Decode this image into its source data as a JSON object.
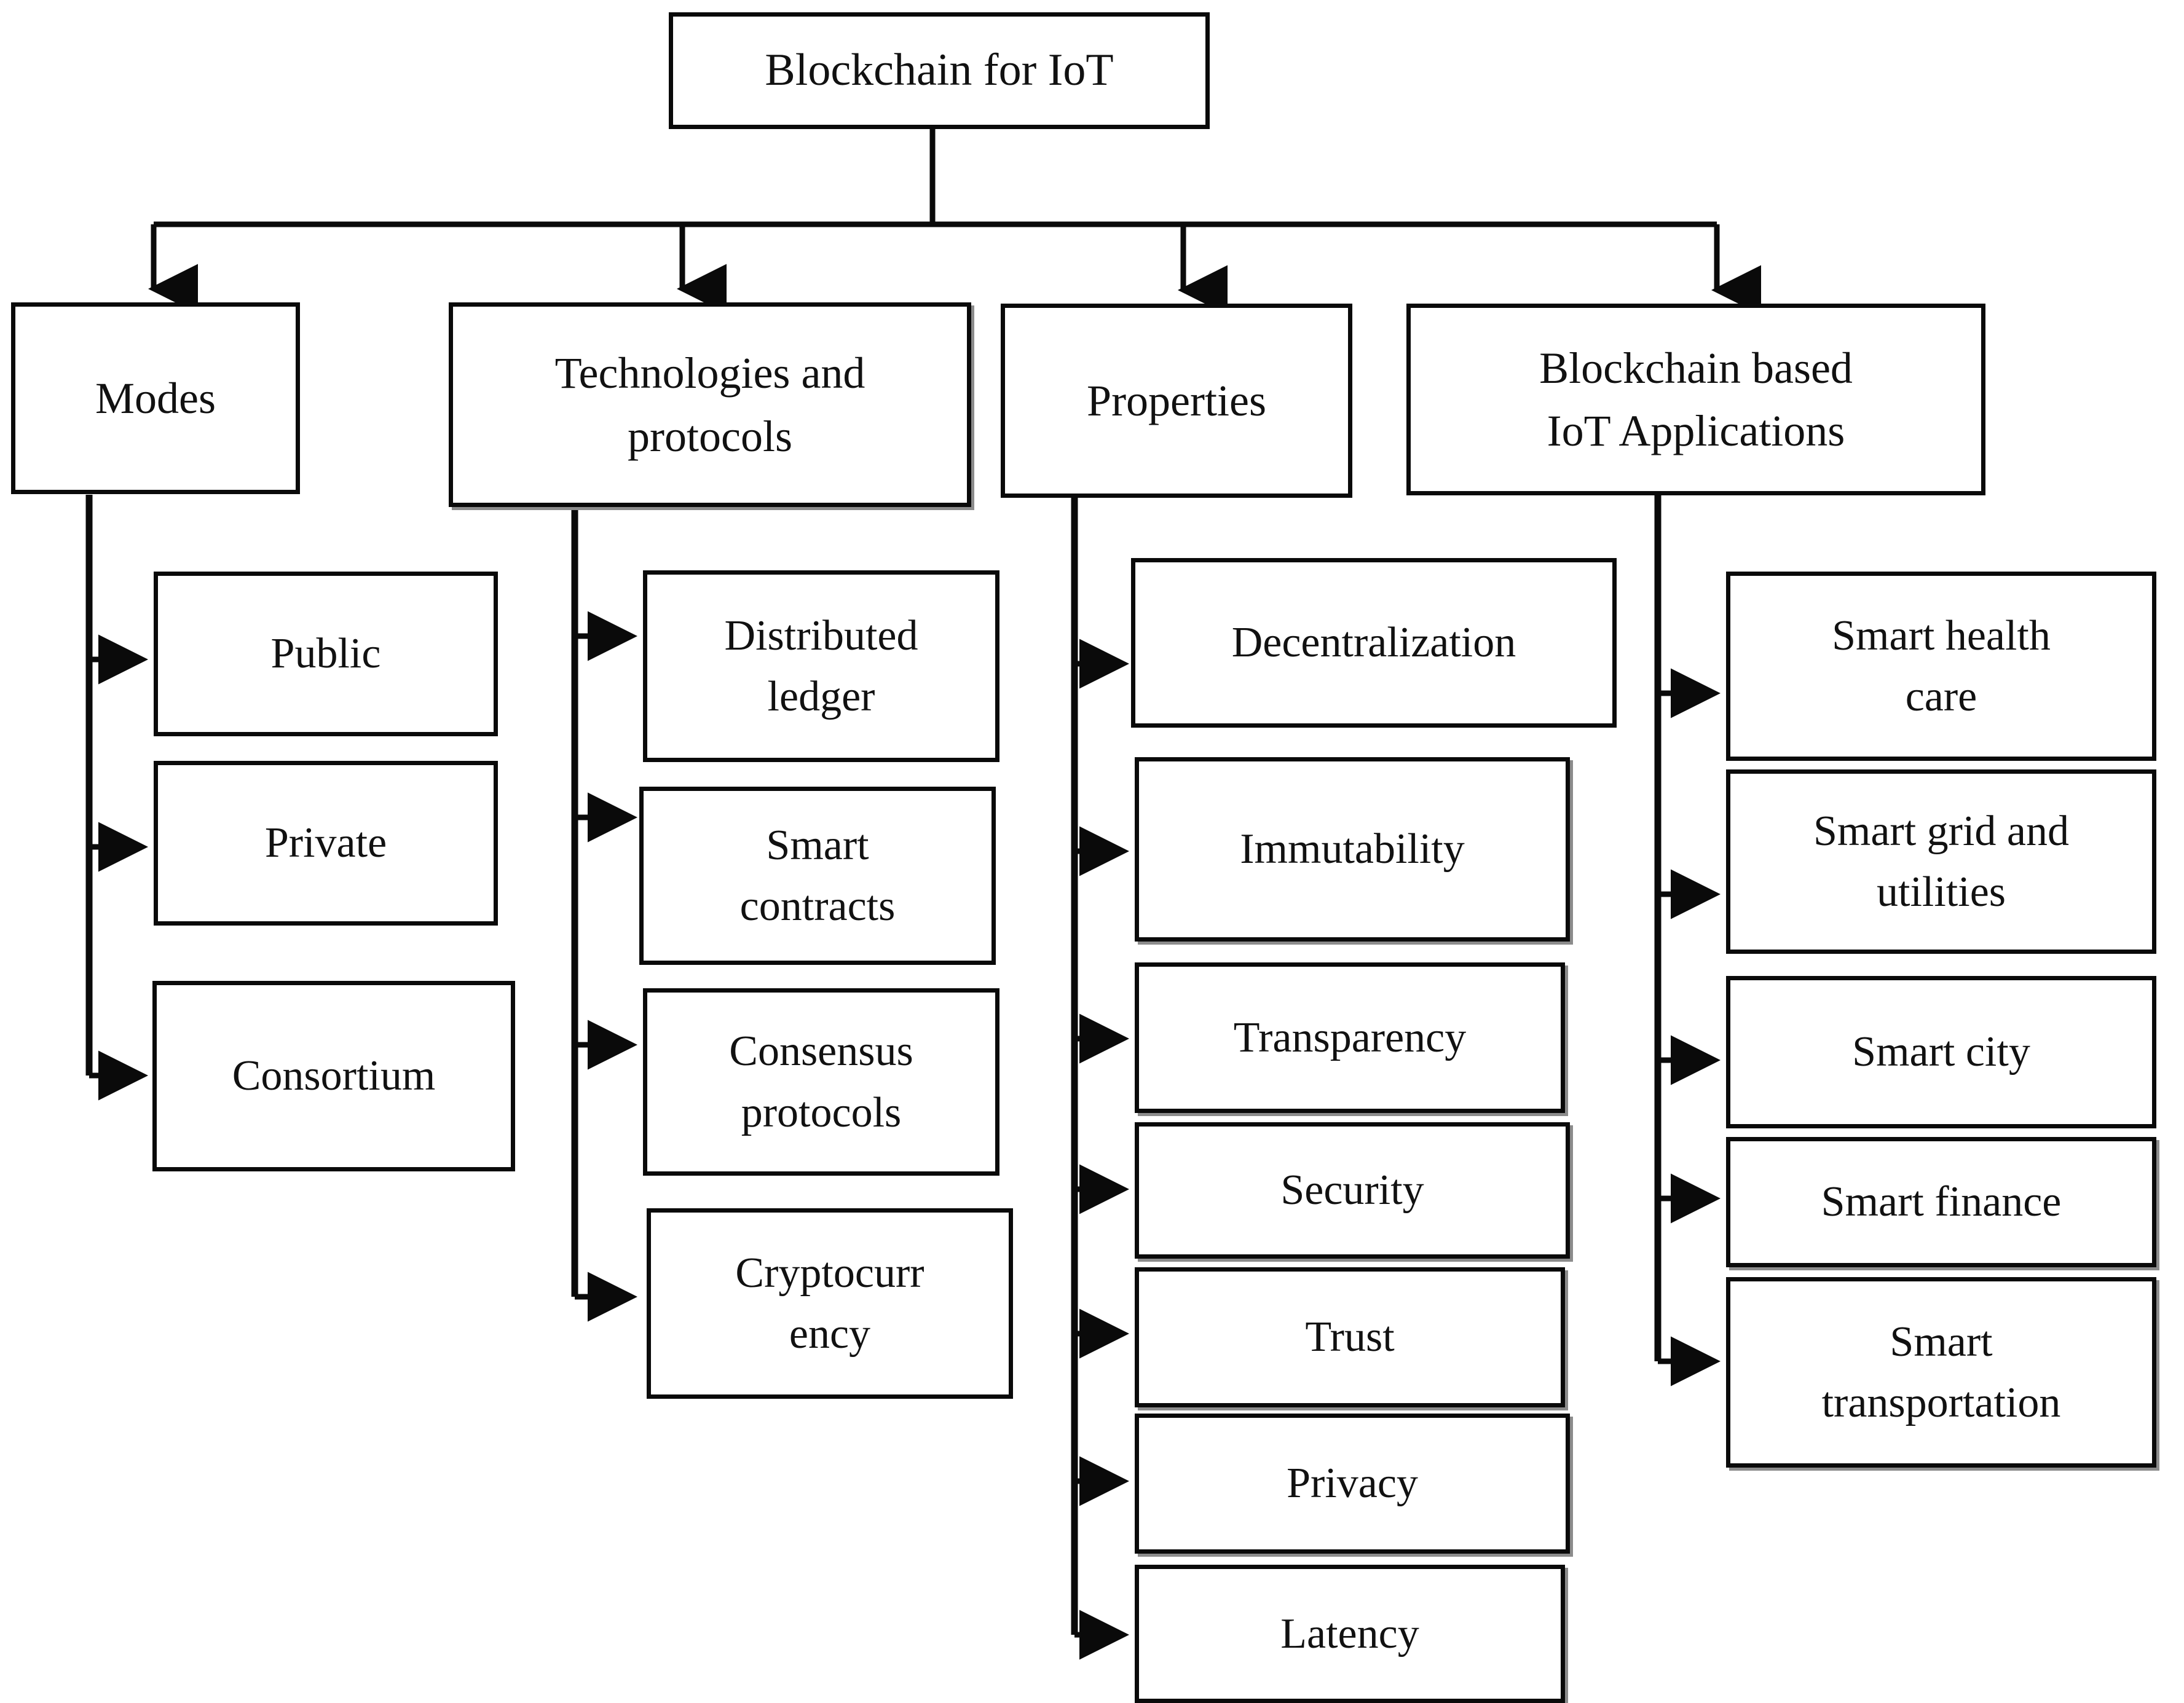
{
  "diagram": {
    "type": "hierarchy-tree",
    "title": "Blockchain for IoT",
    "root": {
      "id": "root",
      "label": "Blockchain for IoT"
    },
    "branches": [
      {
        "id": "modes",
        "label": "Modes",
        "children": [
          {
            "id": "public",
            "label": "Public"
          },
          {
            "id": "private",
            "label": "Private"
          },
          {
            "id": "consortium",
            "label": "Consortium"
          }
        ]
      },
      {
        "id": "technologies",
        "label": "Technologies and\nprotocols",
        "children": [
          {
            "id": "distributed-ledger",
            "label": "Distributed\nledger"
          },
          {
            "id": "smart-contracts",
            "label": "Smart\ncontracts"
          },
          {
            "id": "consensus-protocols",
            "label": "Consensus\nprotocols"
          },
          {
            "id": "cryptocurrency",
            "label": "Cryptocurr\nency"
          }
        ]
      },
      {
        "id": "properties",
        "label": "Properties",
        "children": [
          {
            "id": "decentralization",
            "label": "Decentralization"
          },
          {
            "id": "immutability",
            "label": "Immutability"
          },
          {
            "id": "transparency",
            "label": "Transparency"
          },
          {
            "id": "security",
            "label": "Security"
          },
          {
            "id": "trust",
            "label": "Trust"
          },
          {
            "id": "privacy",
            "label": "Privacy"
          },
          {
            "id": "latency",
            "label": "Latency"
          }
        ]
      },
      {
        "id": "applications",
        "label": "Blockchain based\nIoT Applications",
        "children": [
          {
            "id": "smart-health-care",
            "label": "Smart health\ncare"
          },
          {
            "id": "smart-grid-and-utilities",
            "label": "Smart grid and\nutilities"
          },
          {
            "id": "smart-city",
            "label": "Smart city"
          },
          {
            "id": "smart-finance",
            "label": "Smart finance"
          },
          {
            "id": "smart-transportation",
            "label": "Smart\ntransportation"
          }
        ]
      }
    ],
    "colors": {
      "stroke": "#0a0a0a",
      "shadow": "#8c8c8c",
      "background": "#ffffff",
      "text": "#111111"
    }
  }
}
